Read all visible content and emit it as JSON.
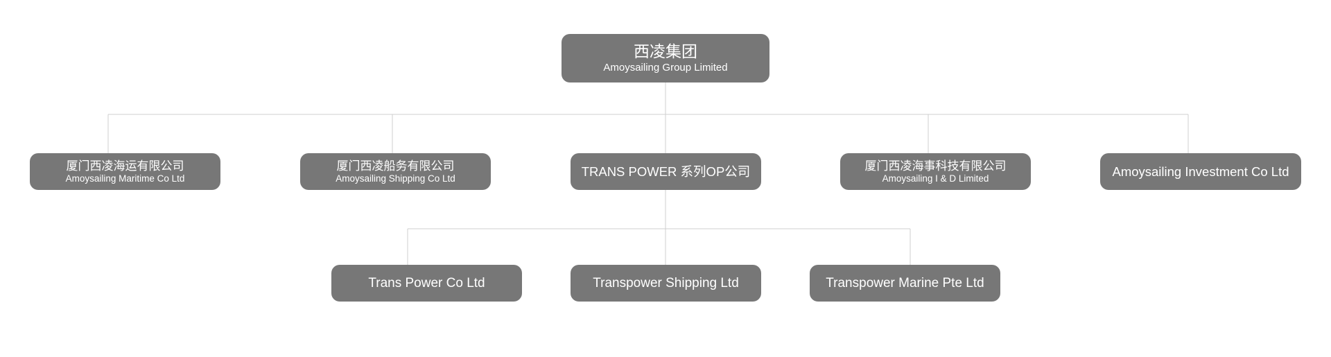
{
  "org_chart": {
    "root": {
      "name_zh": "西凌集团",
      "name_en": "Amoysailing Group Limited"
    },
    "subsidiaries": [
      {
        "name_zh": "厦门西凌海运有限公司",
        "name_en": "Amoysailing Maritime Co Ltd"
      },
      {
        "name_zh": "厦门西凌船务有限公司",
        "name_en": "Amoysailing Shipping Co Ltd"
      },
      {
        "name": "TRANS POWER 系列OP公司"
      },
      {
        "name_zh": "厦门西凌海事科技有限公司",
        "name_en": "Amoysailing I & D Limited"
      },
      {
        "name": "Amoysailing Investment Co Ltd"
      }
    ],
    "trans_power_children": [
      {
        "name": "Trans Power Co Ltd"
      },
      {
        "name": "Transpower Shipping Ltd"
      },
      {
        "name": "Transpower Marine Pte Ltd"
      }
    ]
  },
  "colors": {
    "node_fill": "#777777",
    "node_text": "#ffffff",
    "connector": "#cfcfcf",
    "background": "#ffffff"
  }
}
